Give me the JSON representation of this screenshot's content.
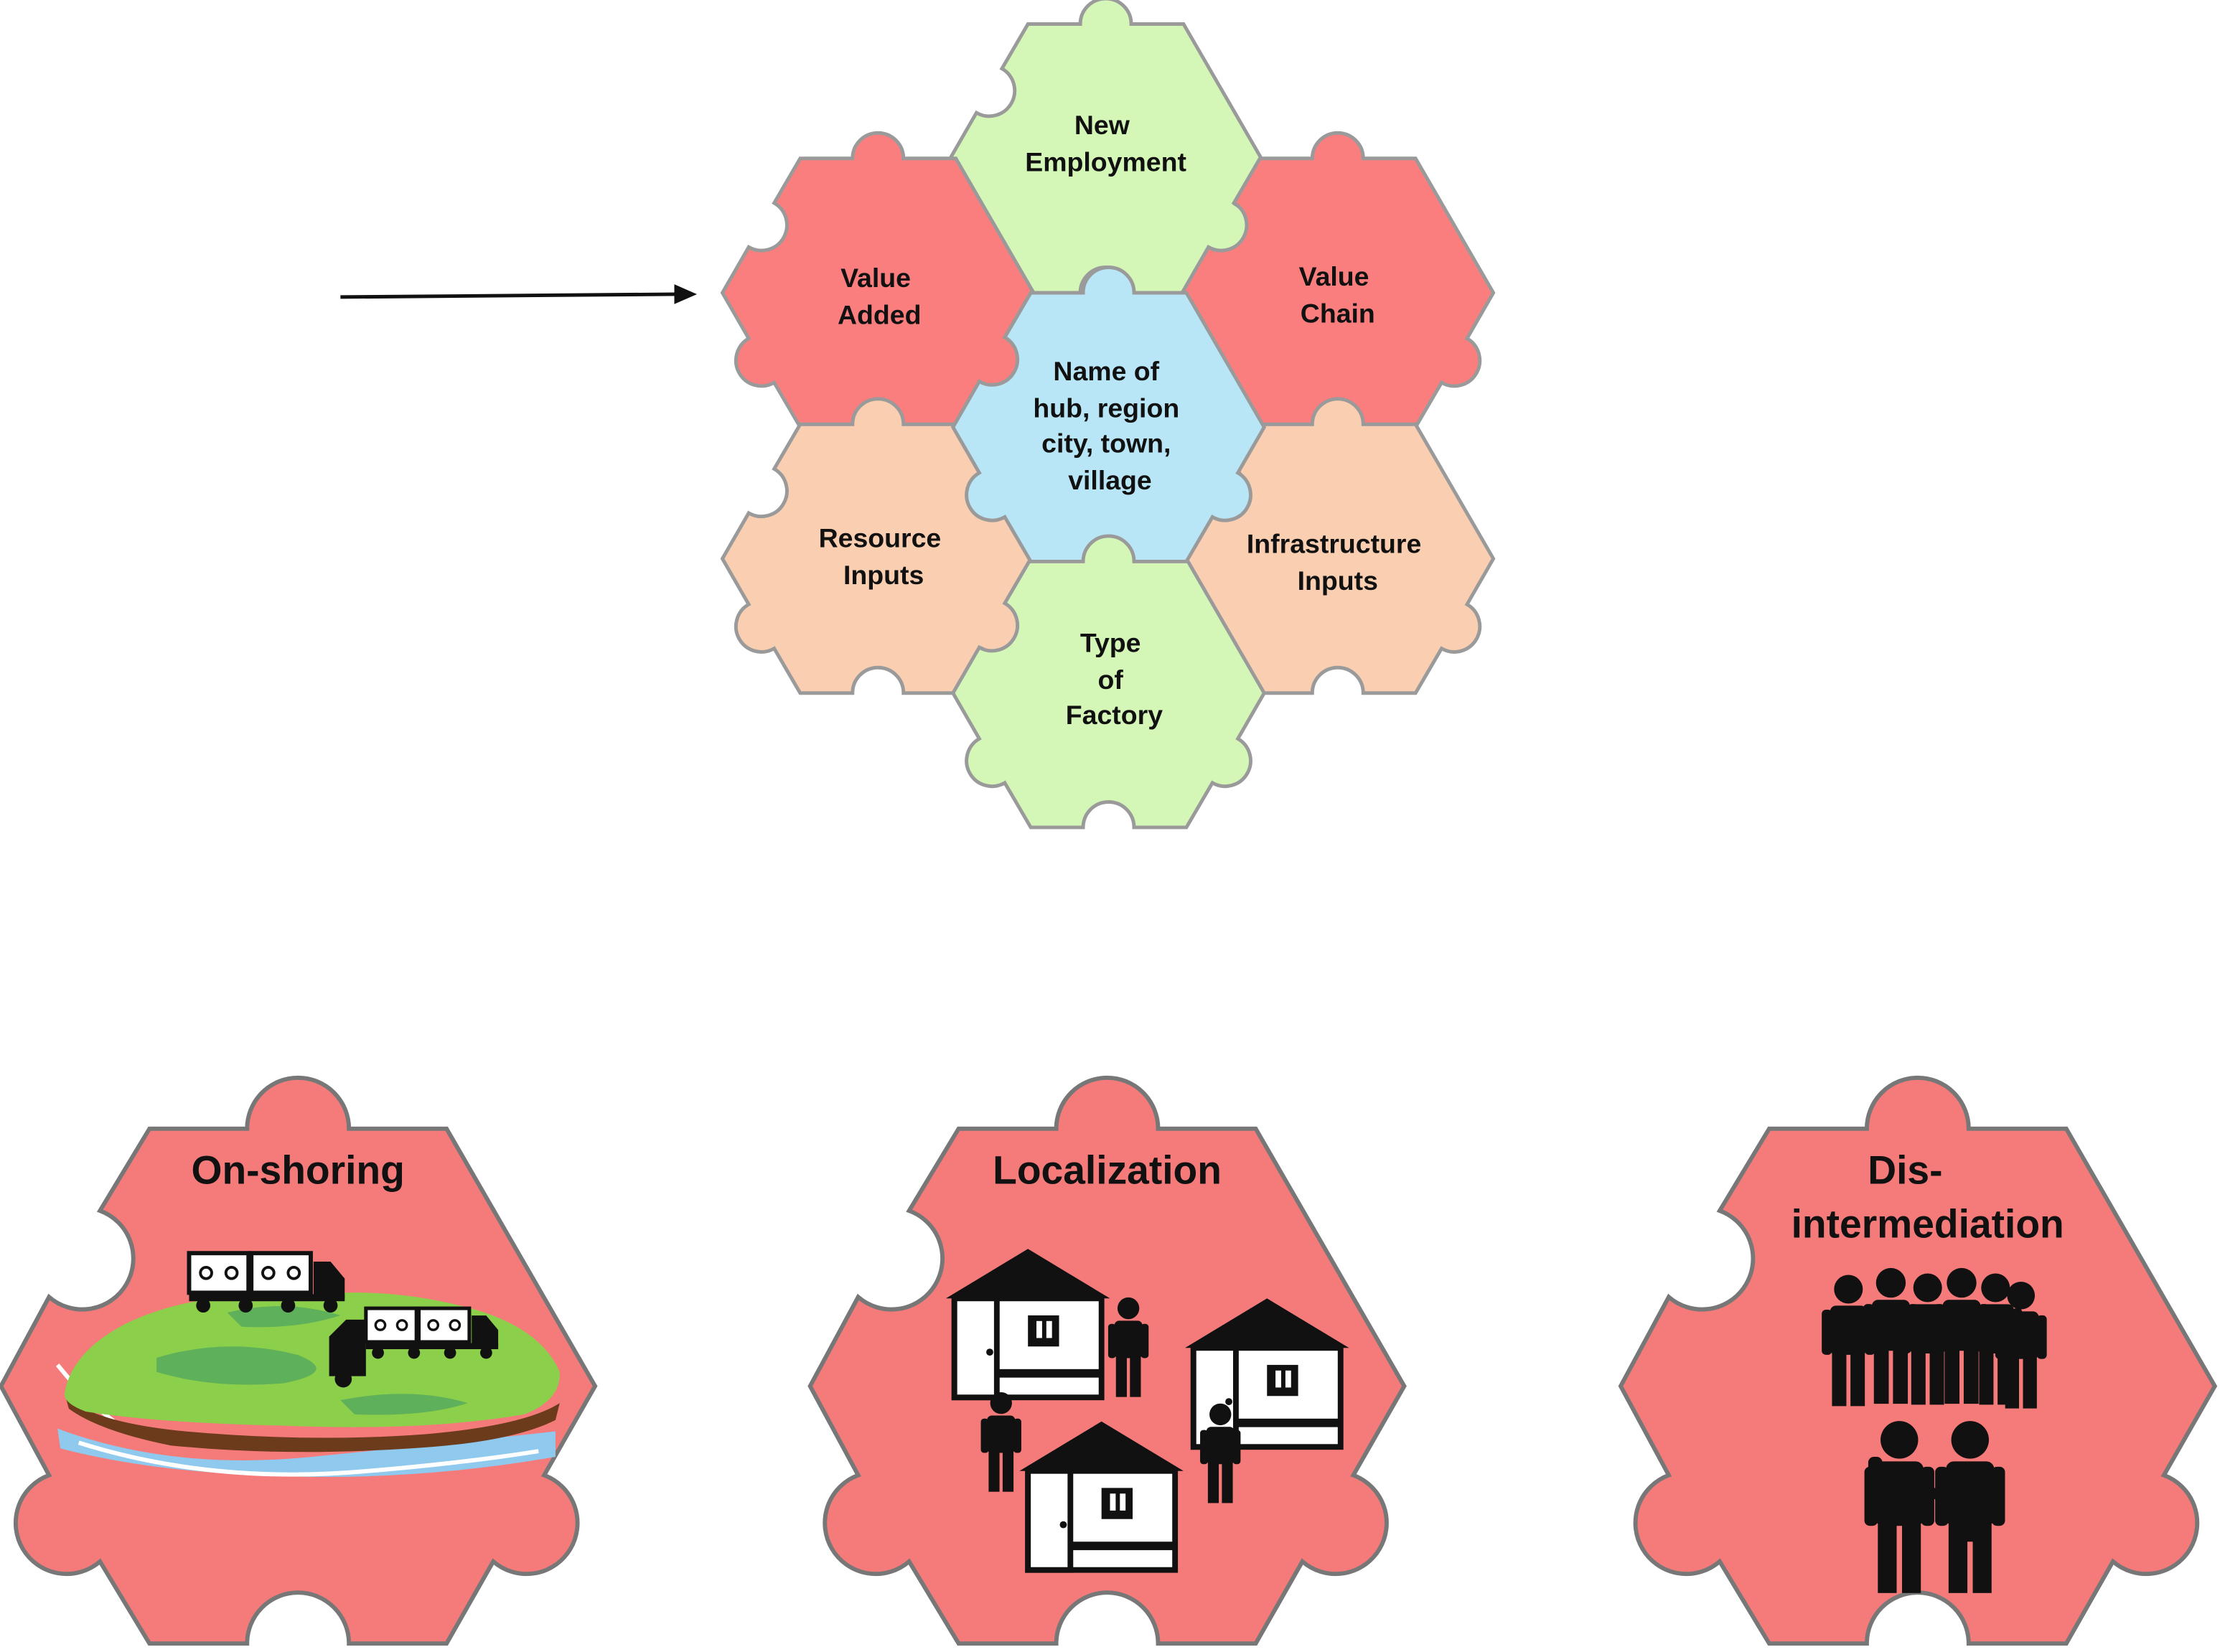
{
  "colors": {
    "red": "#fa7e7e",
    "green": "#d4f7b8",
    "peach": "#f9ceb1",
    "blue": "#b8e6f7",
    "tile_red": "#f57b7b",
    "text": "#111111"
  },
  "puzzle": {
    "top": "New Employment",
    "left_upper": "Value Added",
    "right_upper": "Value Chain",
    "center": "Name of hub, region city, town, village",
    "left_lower": "Resource Inputs",
    "right_lower": "Infrastructure Inputs",
    "bottom": "Type of Factory"
  },
  "tiles": {
    "onshoring": {
      "title": "On-shoring",
      "icon": "island-with-trucks-icon"
    },
    "localization": {
      "title": "Localization",
      "icon": "houses-and-people-icon"
    },
    "disintermediation": {
      "title_line1": "Dis-",
      "title_line2": "intermediation",
      "icon": "crowd-and-handshake-icon"
    }
  }
}
